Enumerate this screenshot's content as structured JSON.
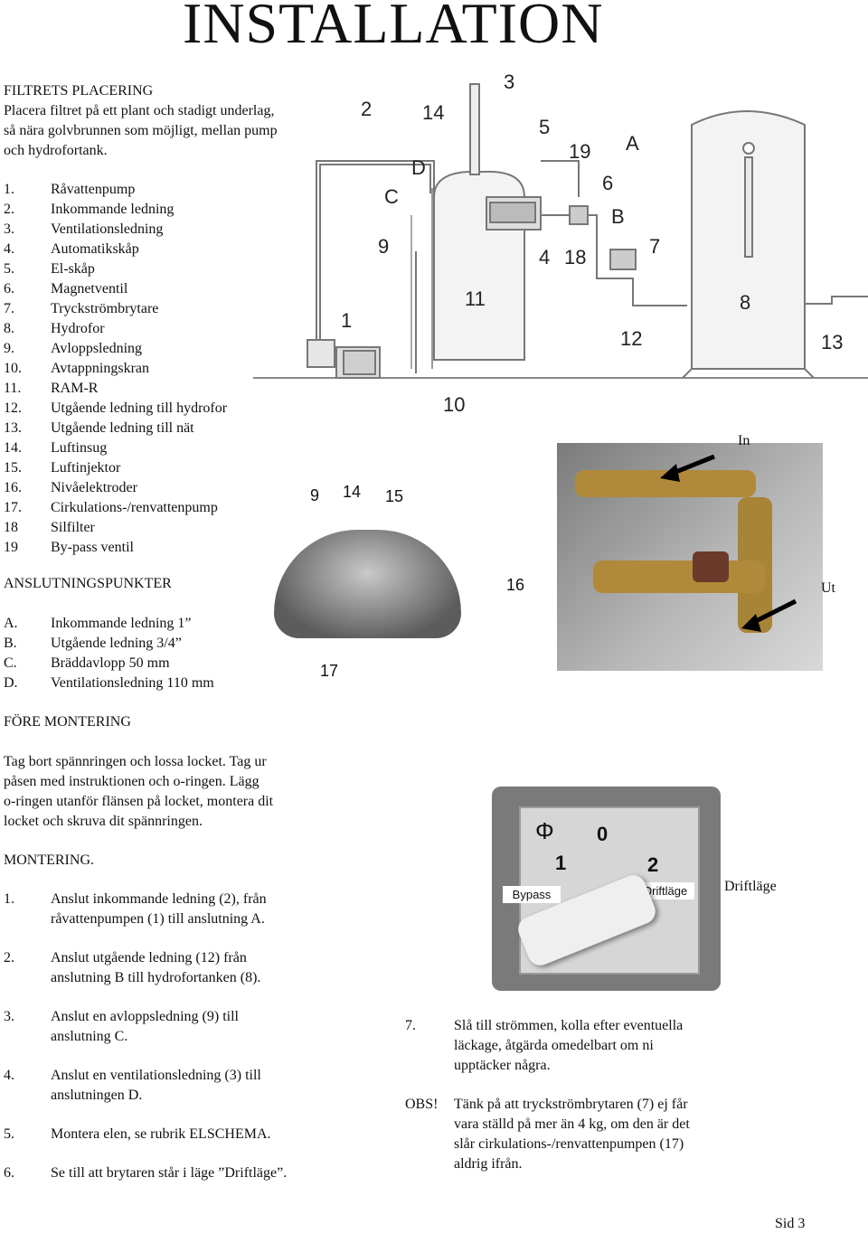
{
  "title": "INSTALLATION",
  "placement": {
    "heading": "FILTRETS PLACERING",
    "lines": [
      "Placera filtret på ett plant och stadigt underlag,",
      "så nära golvbrunnen som möjligt, mellan pump",
      "och hydrofortank."
    ]
  },
  "parts": [
    {
      "n": "1.",
      "t": "Råvattenpump"
    },
    {
      "n": "2.",
      "t": "Inkommande ledning"
    },
    {
      "n": "3.",
      "t": "Ventilationsledning"
    },
    {
      "n": "4.",
      "t": "Automatikskåp"
    },
    {
      "n": "5.",
      "t": "El-skåp"
    },
    {
      "n": "6.",
      "t": "Magnetventil"
    },
    {
      "n": "7.",
      "t": "Tryckströmbrytare"
    },
    {
      "n": "8.",
      "t": "Hydrofor"
    },
    {
      "n": "9.",
      "t": "Avloppsledning"
    },
    {
      "n": "10.",
      "t": "Avtappningskran"
    },
    {
      "n": "11.",
      "t": "RAM-R"
    },
    {
      "n": "12.",
      "t": "Utgående ledning till hydrofor"
    },
    {
      "n": "13.",
      "t": "Utgående ledning till nät"
    },
    {
      "n": "14.",
      "t": "Luftinsug"
    },
    {
      "n": "15.",
      "t": "Luftinjektor"
    },
    {
      "n": "16.",
      "t": "Nivåelektroder"
    },
    {
      "n": "17.",
      "t": "Cirkulations-/renvattenpump"
    },
    {
      "n": "18",
      "t": "Silfilter"
    },
    {
      "n": "19",
      "t": "By-pass ventil"
    }
  ],
  "connections": {
    "heading": "ANSLUTNINGSPUNKTER",
    "items": [
      {
        "n": "A.",
        "t": "Inkommande ledning 1”"
      },
      {
        "n": "B.",
        "t": "Utgående ledning 3/4”"
      },
      {
        "n": "C.",
        "t": "Bräddavlopp 50 mm"
      },
      {
        "n": "D.",
        "t": "Ventilationsledning 110 mm"
      }
    ]
  },
  "before": {
    "heading": "FÖRE MONTERING",
    "lines": [
      "Tag bort spännringen  och lossa locket. Tag ur",
      "påsen med instruktionen och o-ringen. Lägg",
      "o-ringen utanför flänsen på locket, montera dit",
      "locket och skruva dit spännringen."
    ]
  },
  "mounting": {
    "heading": "MONTERING.",
    "steps": [
      {
        "n": "1.",
        "lines": [
          "Anslut inkommande ledning (2), från",
          "råvattenpumpen (1) till anslutning A."
        ]
      },
      {
        "n": "2.",
        "lines": [
          "Anslut utgående ledning (12) från",
          "anslutning B till hydrofortanken (8)."
        ]
      },
      {
        "n": "3.",
        "lines": [
          "Anslut en avloppsledning (9) till",
          "anslutning C."
        ]
      },
      {
        "n": "4.",
        "lines": [
          "Anslut en ventilationsledning (3) till",
          "anslutningen D."
        ]
      },
      {
        "n": "5.",
        "lines": [
          "Montera elen, se rubrik ELSCHEMA."
        ]
      },
      {
        "n": "6.",
        "lines": [
          "Se till att brytaren står i läge ”Driftläge”."
        ]
      }
    ],
    "step7": {
      "n": "7.",
      "lines": [
        "Slå till strömmen, kolla efter eventuella",
        "läckage, åtgärda omedelbart om ni",
        "upptäcker några."
      ]
    },
    "obs": {
      "n": "OBS!",
      "lines": [
        "Tänk på att tryckströmbrytaren (7) ej får",
        "vara ställd på mer än 4 kg, om den är det",
        "slår cirkulations-/renvattenpumpen (17)",
        "aldrig ifrån."
      ]
    }
  },
  "diagram_labels": {
    "l1": "1",
    "l2": "2",
    "l3": "3",
    "l14": "14",
    "l5": "5",
    "l19": "19",
    "lA": "A",
    "lD": "D",
    "l6": "6",
    "lC": "C",
    "lB": "B",
    "l9": "9",
    "l4": "4",
    "l18": "18",
    "l7": "7",
    "l11": "11",
    "l8": "8",
    "l12": "12",
    "l13": "13",
    "l10": "10"
  },
  "tank_labels": {
    "l9": "9",
    "l14": "14",
    "l15": "15",
    "l17": "17"
  },
  "valve_labels": {
    "in": "In",
    "l16": "16",
    "ut": "Ut"
  },
  "switch": {
    "phi": "Φ",
    "zero": "0",
    "one": "1",
    "two": "2",
    "bypass": "Bypass",
    "drift": "Driftläge",
    "caption": "Driftläge"
  },
  "page": "Sid 3"
}
